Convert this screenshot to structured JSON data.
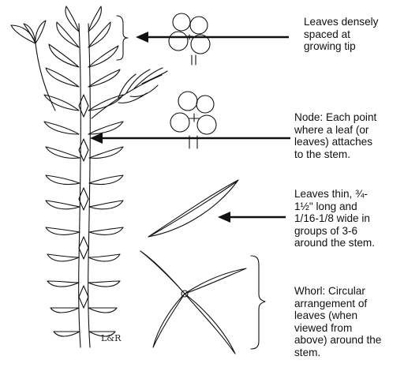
{
  "labels": {
    "growing_tip": "Leaves densely\nspaced at\ngrowing tip",
    "node": "Node: Each point\nwhere a leaf (or\nleaves) attaches\nto the stem.",
    "leaf_size": "Leaves thin, ¾-\n1½\" long and\n1/16-1/8 wide in\ngroups of 3-6\naround the stem.",
    "whorl": "Whorl: Circular\narrangement of\nleaves (when\nviewed from\nabove) around the\nstem."
  },
  "signature": "L&R",
  "colors": {
    "ink": "#111111",
    "background": "#ffffff"
  }
}
